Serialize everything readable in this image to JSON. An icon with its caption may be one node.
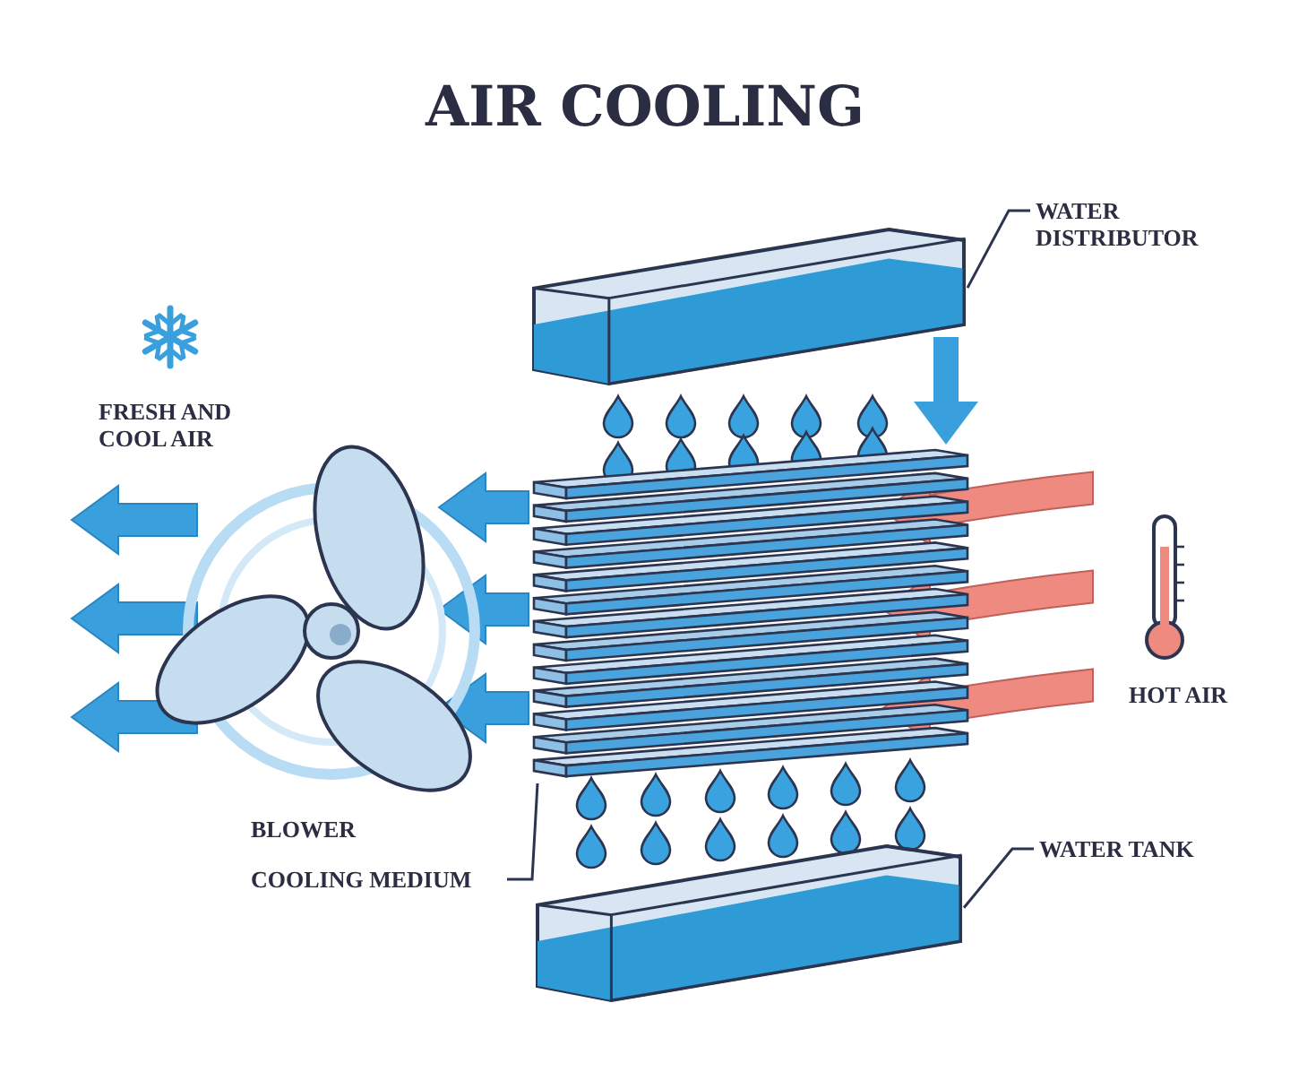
{
  "diagram": {
    "title": "AIR COOLING",
    "nodes": [
      {
        "text": [
          "WATER DISTRIBUTOR"
        ]
      },
      {
        "text": [],
        "shape": "box"
      },
      {
        "text": [
          "COOLING MEDIUM"
        ]
      },
      {
        "text": [],
        "shape": "box"
      },
      {
        "text": [
          "WATER TANK"
        ]
      },
      {
        "text": [],
        "shape": "box"
      }
    ],
    "edges": [
      {
        "from": 0,
        "to": 1,
        "arrow": "none"
      },
      {
        "from": 2,
        "to": 3,
        "arrow": "none"
      },
      {
        "from": 4,
        "to": 5,
        "arrow": "none"
      },
      {
        "from": 1,
        "to": 3,
        "arrow": "to",
        "style": "thick",
        "color": "#3aa0dd"
      }
    ],
    "labels": [
      "FRESH AND COOL AIR",
      "HOT AIR",
      "BLOWER"
    ]
  }
}
